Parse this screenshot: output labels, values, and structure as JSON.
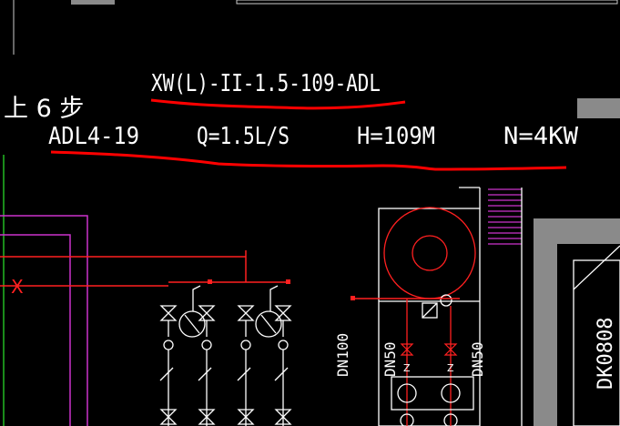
{
  "spec": {
    "model": "XW(L)-II-1.5-109-ADL",
    "cn_prefix": "上 6 步",
    "pump": "ADL4-19",
    "flow": "Q=1.5L/S",
    "head": "H=109M",
    "power": "N=4KW"
  },
  "labels": {
    "pipe_main": "DN100",
    "pipe_branch_left": "DN50",
    "pipe_branch_right": "DN50",
    "equipment_code": "DK0808",
    "cross_mark": "X",
    "valve_mark_left": "Z",
    "valve_mark_right": "Z"
  },
  "colors": {
    "background": "#000000",
    "line_white": "#ffffff",
    "line_red": "#ff2020",
    "line_magenta": "#cc33cc",
    "line_green": "#22bb22",
    "gray_block": "#8a8a8a",
    "annotation_red": "#ff0000"
  }
}
